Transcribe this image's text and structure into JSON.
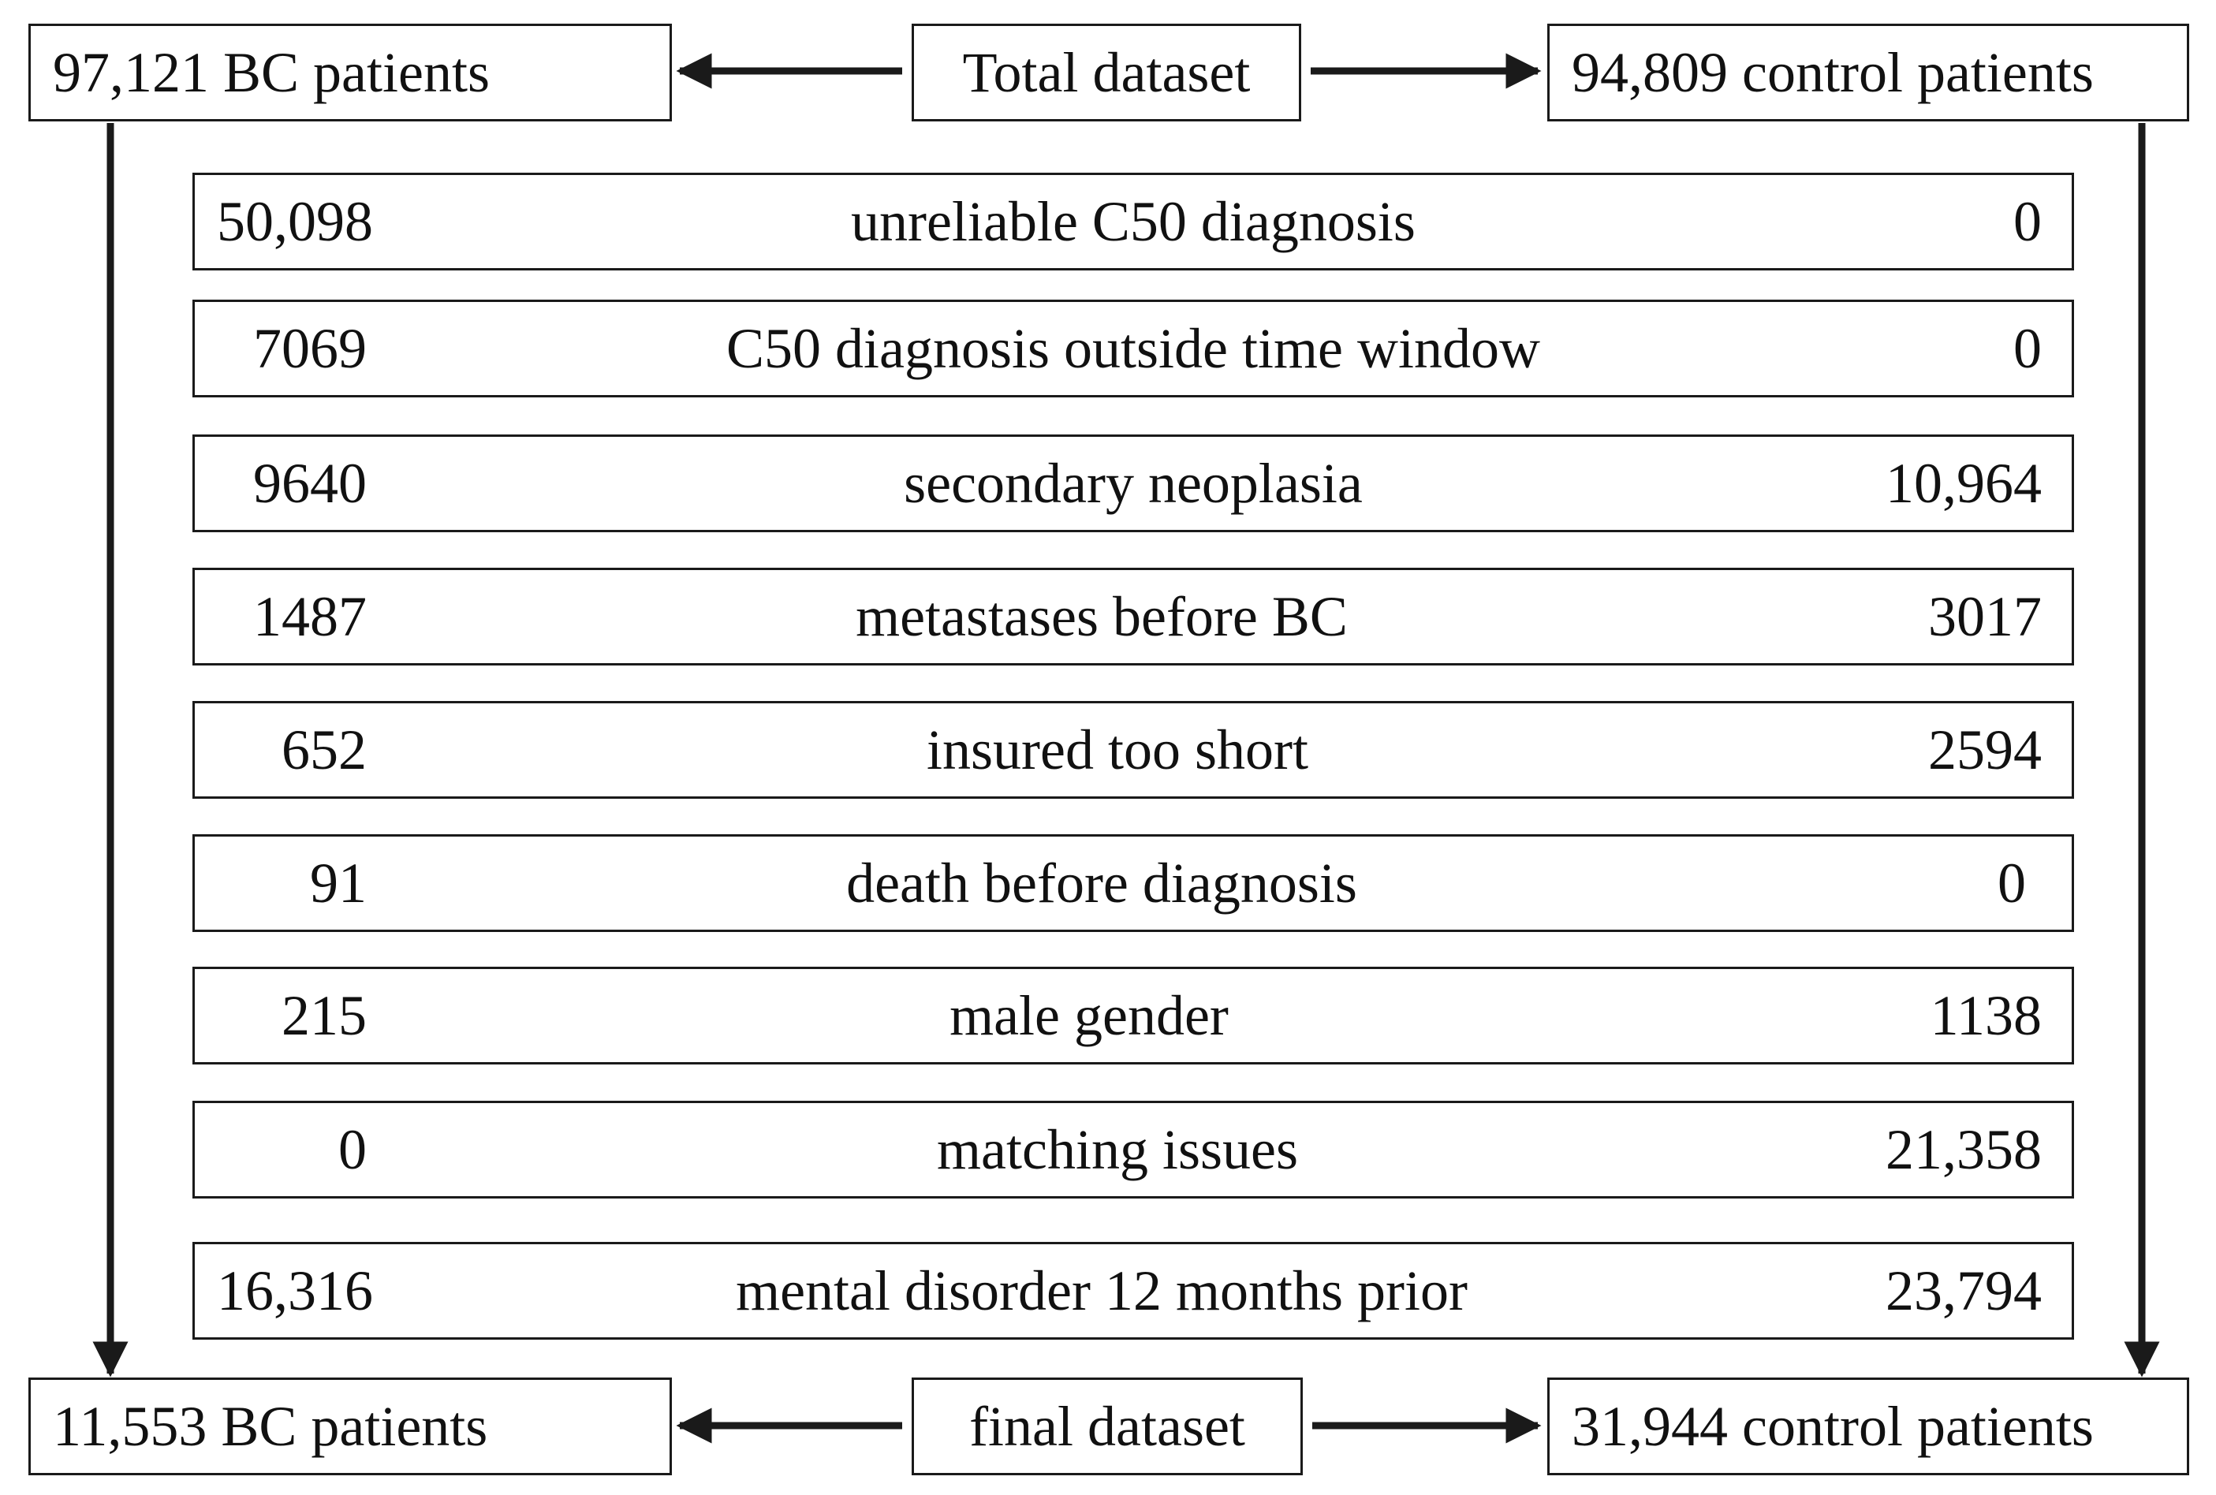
{
  "top": {
    "left_box": "97,121 BC patients",
    "center_box": "Total dataset",
    "right_box": "94,809 control patients"
  },
  "rows": [
    {
      "left": "50,098",
      "label": "unreliable C50 diagnosis",
      "right": "0"
    },
    {
      "left": "7069",
      "label": "C50 diagnosis outside time window",
      "right": "0"
    },
    {
      "left": "9640",
      "label": "secondary neoplasia",
      "right": "10,964"
    },
    {
      "left": "1487",
      "label": "metastases before BC",
      "right": "3017"
    },
    {
      "left": "652",
      "label": "insured too short",
      "right": "2594"
    },
    {
      "left": "91",
      "label": "death before diagnosis",
      "right": "0"
    },
    {
      "left": "215",
      "label": "male gender",
      "right": "1138"
    },
    {
      "left": "0",
      "label": "matching issues",
      "right": "21,358"
    },
    {
      "left": "16,316",
      "label": "mental disorder 12 months prior",
      "right": "23,794"
    }
  ],
  "bottom": {
    "left_box": "11,553 BC patients",
    "center_box": "final dataset",
    "right_box": "31,944 control patients"
  }
}
